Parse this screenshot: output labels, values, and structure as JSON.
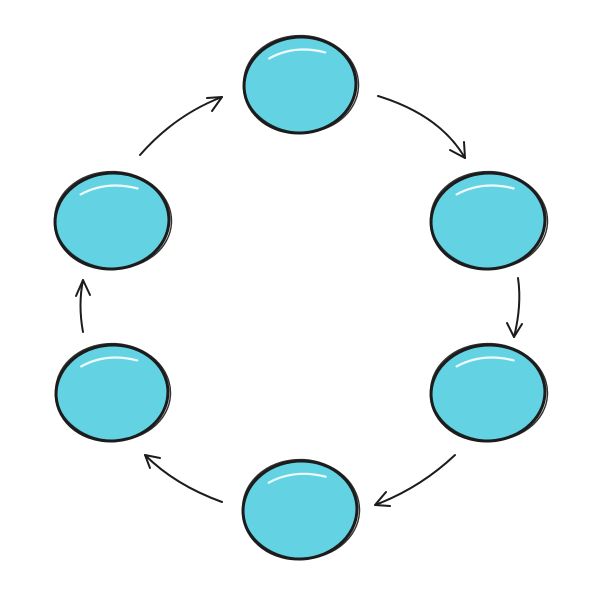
{
  "diagram": {
    "type": "cycle",
    "direction": "clockwise",
    "node_count": 6,
    "colors": {
      "node_fill": "#63d3e4",
      "outline": "#1c1c1c",
      "highlight": "#ffffff",
      "background": "#ffffff"
    },
    "nodes": [
      {
        "id": "node-top"
      },
      {
        "id": "node-upper-right"
      },
      {
        "id": "node-lower-right"
      },
      {
        "id": "node-bottom"
      },
      {
        "id": "node-lower-left"
      },
      {
        "id": "node-upper-left"
      }
    ],
    "arrows": [
      {
        "from": "node-top",
        "to": "node-upper-right"
      },
      {
        "from": "node-upper-right",
        "to": "node-lower-right"
      },
      {
        "from": "node-lower-right",
        "to": "node-bottom"
      },
      {
        "from": "node-bottom",
        "to": "node-lower-left"
      },
      {
        "from": "node-lower-left",
        "to": "node-upper-left"
      },
      {
        "from": "node-upper-left",
        "to": "node-top"
      }
    ]
  }
}
